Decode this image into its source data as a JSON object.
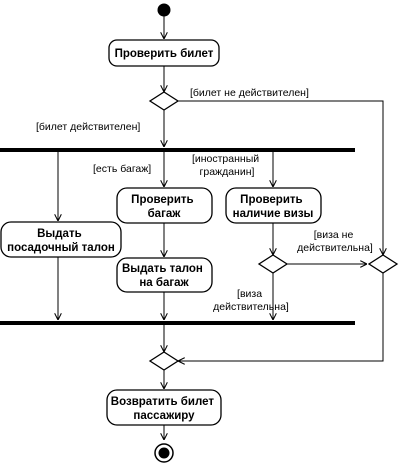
{
  "diagram": {
    "actions": {
      "check_ticket": "Проверить билет",
      "issue_boarding_pass": [
        "Выдать",
        "посадочный талон"
      ],
      "check_baggage": [
        "Проверить",
        "багаж"
      ],
      "check_visa": [
        "Проверить",
        "наличие визы"
      ],
      "issue_baggage_tag": [
        "Выдать талон",
        "на багаж"
      ],
      "return_ticket": [
        "Возвратить билет",
        "пассажиру"
      ]
    },
    "guards": {
      "ticket_invalid": "[билет не действителен]",
      "ticket_valid": "[билет действителен]",
      "has_baggage": "[есть багаж]",
      "foreign_citizen": [
        "[иностранный",
        "гражданин]"
      ],
      "visa_invalid": [
        "[виза не",
        "действительна]"
      ],
      "visa_valid": [
        "[виза",
        "действительна]"
      ]
    }
  }
}
